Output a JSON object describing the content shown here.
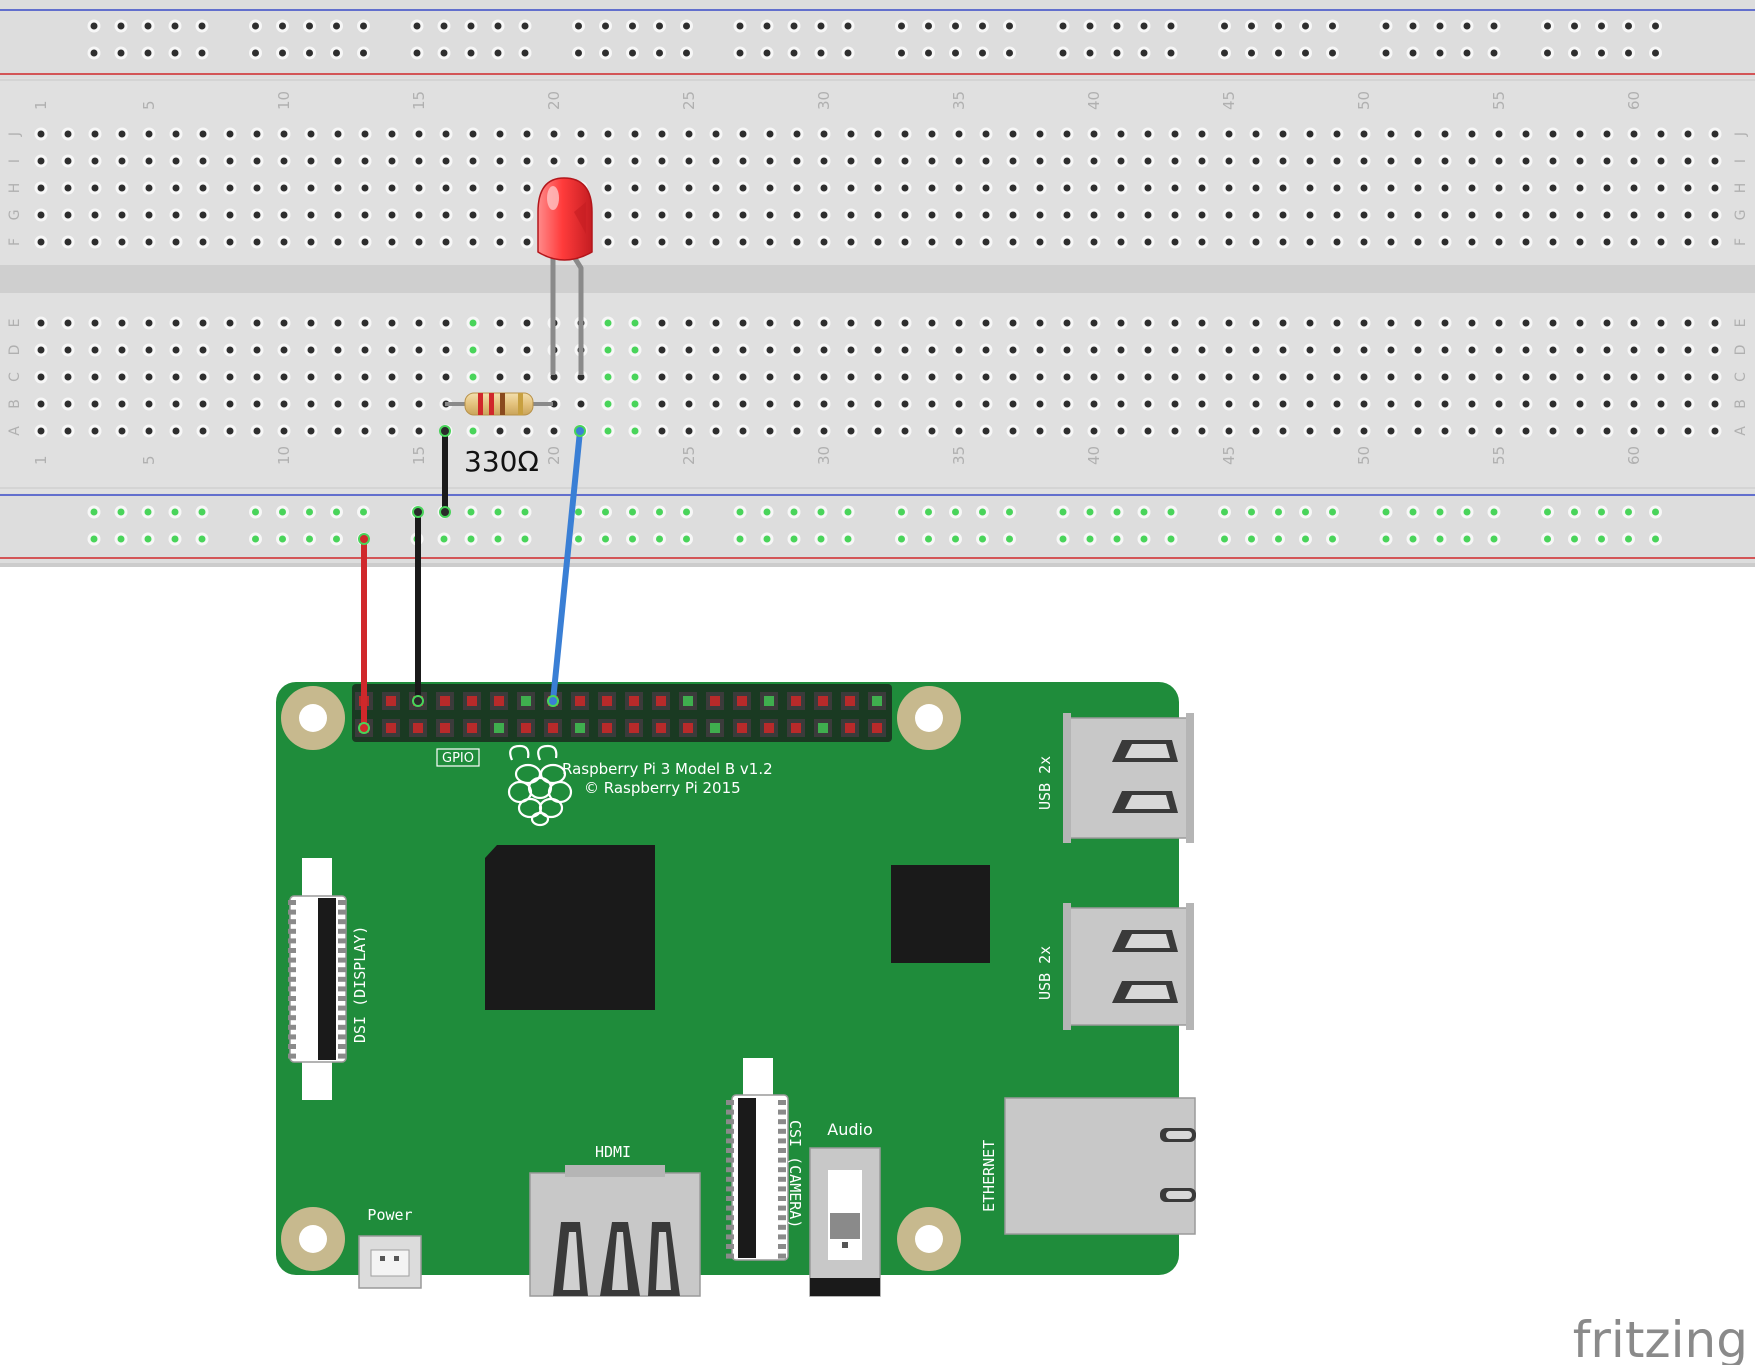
{
  "breadboard": {
    "column_numbers": [
      "1",
      "5",
      "10",
      "15",
      "20",
      "25",
      "30",
      "35",
      "40",
      "45",
      "50",
      "55",
      "60"
    ],
    "top_row_letters": [
      "J",
      "I",
      "H",
      "G",
      "F"
    ],
    "bottom_row_letters": [
      "E",
      "D",
      "C",
      "B",
      "A"
    ]
  },
  "resistor": {
    "label": "330Ω"
  },
  "led": {
    "color": "#e8383d"
  },
  "wires": [
    {
      "name": "wire-red-power",
      "color": "#d0282b"
    },
    {
      "name": "wire-black-pi-ground",
      "color": "#1a1a1a"
    },
    {
      "name": "wire-black-resistor-ground",
      "color": "#1a1a1a"
    },
    {
      "name": "wire-blue-signal",
      "color": "#3a7fd5"
    }
  ],
  "pi": {
    "board_color": "#1f8c3b",
    "model": "Raspberry Pi 3 Model B v1.2",
    "copyright": "© Raspberry Pi 2015",
    "gpio_label": "GPIO",
    "usb_label_1": "USB 2x",
    "usb_label_2": "USB 2x",
    "ethernet_label": "ETHERNET",
    "hdmi_label": "HDMI",
    "audio_label": "Audio",
    "power_label": "Power",
    "dsi_label": "DSI (DISPLAY)",
    "csi_label": "CSI (CAMERA)"
  },
  "watermark": "fritzing"
}
